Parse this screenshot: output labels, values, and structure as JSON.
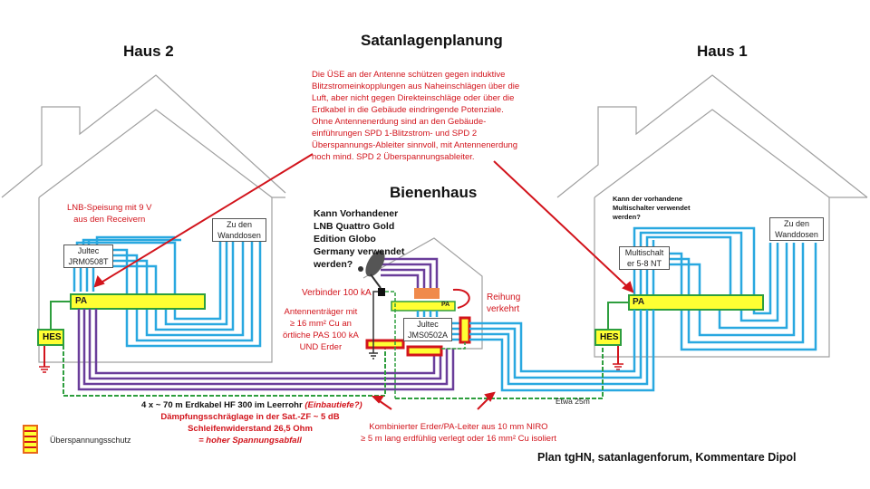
{
  "title": "Satanlagenplanung",
  "houses": {
    "haus2": {
      "label": "Haus 2",
      "note": [
        "LNB-Speisung mit 9 V",
        "aus den Receivern"
      ],
      "switch_label": [
        "Jultec",
        "JRM0508T"
      ],
      "outlets_label": [
        "Zu den",
        "Wanddosen"
      ],
      "pa_label": "PA",
      "hes_label": "HES"
    },
    "haus1": {
      "label": "Haus 1",
      "note": [
        "Kann der vorhandene",
        "Multischalter verwendet",
        "werden?"
      ],
      "switch_label": [
        "Multischalt",
        "er 5-8 NT"
      ],
      "outlets_label": [
        "Zu den",
        "Wanddosen"
      ],
      "pa_label": "PA",
      "hes_label": "HES"
    },
    "bienenhaus": {
      "label": "Bienenhaus",
      "question": [
        "Kann Vorhandener",
        "LNB Quattro Gold",
        "Edition Globo",
        "Germany verwendet",
        "werden?"
      ],
      "switch_label": [
        "Jultec",
        "JMS0502A"
      ],
      "pa_label": "PA",
      "connector_note": "Verbinder 100 kA",
      "mast_note": [
        "Antennenträger mit",
        "≥ 16 mm² Cu an",
        "örtliche PAS  100 kA",
        "UND Erder"
      ],
      "order_note": [
        "Reihung",
        "verkehrt"
      ]
    }
  },
  "top_note": [
    "Die ÜSE an der Antenne schützen gegen induktive",
    "Blitzstromeinkopplungen aus Naheinschlägen über die",
    "Luft, aber nicht gegen Direkteinschläge oder über die",
    "Erdkabel in die Gebäude eindringende Potenziale.",
    "Ohne Antennenerdung sind  an den Gebäude-",
    "einführungen SPD 1-Blitzstrom- und  SPD 2",
    "Überspannungs-Ableiter sinnvoll,  mit Antennenerdung",
    "noch mind. SPD 2 Überspannungsableiter."
  ],
  "cable_note": {
    "line1_main": "4 x ~ 70 m Erdkabel HF 300 im Leerrohr ",
    "line1_extra": "(Einbautiefe?)",
    "line2": "Dämpfungsschräglage in der Sat.-ZF ~ 5 dB",
    "line3": "Schleifenwiderstand 26,5 Ohm",
    "line4": "= hoher Spannungsabfall"
  },
  "distance_label": "Etwa 25m",
  "earth_note": [
    "Kombinierter Erder/PA-Leiter aus 10 mm NIRO",
    "≥ 5 m lang erdfühlig verlegt  oder 16 mm² Cu isoliert"
  ],
  "legend": {
    "icon": "surge-protector-icon",
    "label": "Überspannungsschutz"
  },
  "credit": "Plan tgHN, satanlagenforum, Kommentare Dipol",
  "colors": {
    "sat_cable_haus1": "#29a8e0",
    "sat_cable_haus2": "#6a3d9a",
    "earth_wire": "#2e9e3e",
    "pa_bar": "#ffff33",
    "note_red": "#d2141c",
    "house_outline": "#a0a0a0"
  }
}
